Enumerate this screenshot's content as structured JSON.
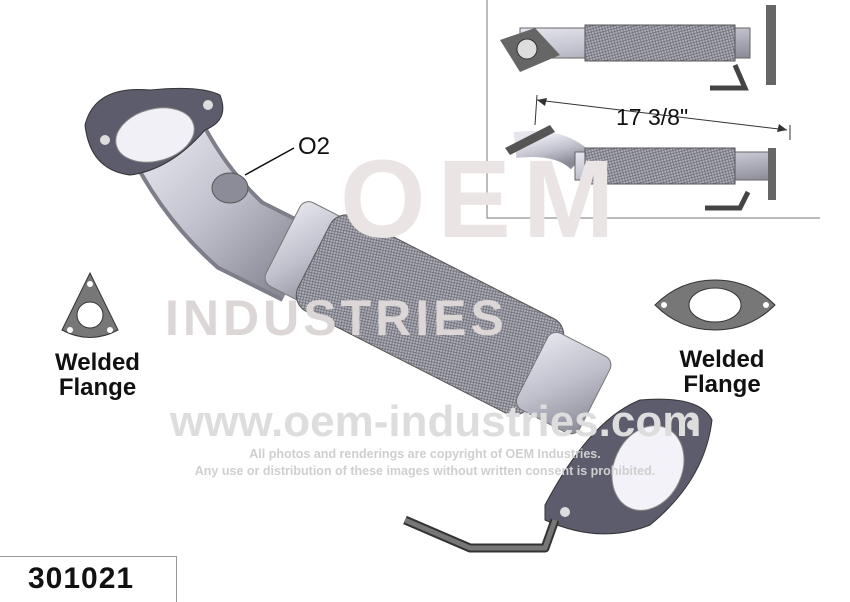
{
  "watermark": {
    "brand": "OEM",
    "industries": "INDUSTRIES",
    "url": "www.oem-industries.com",
    "copyright_line1": "All photos and renderings are copyright of OEM Industries.",
    "copyright_line2": "Any use or distribution of these images without written consent is prohibited."
  },
  "labels": {
    "o2": "O2",
    "left_flange": "Welded\nFlange",
    "right_flange": "Welded\nFlange",
    "dimension": "17 3/8\""
  },
  "part_number": "301021",
  "colors": {
    "pipe": "#c9c9d6",
    "flange": "#5a5a66",
    "mesh": "#9a9aa4"
  }
}
